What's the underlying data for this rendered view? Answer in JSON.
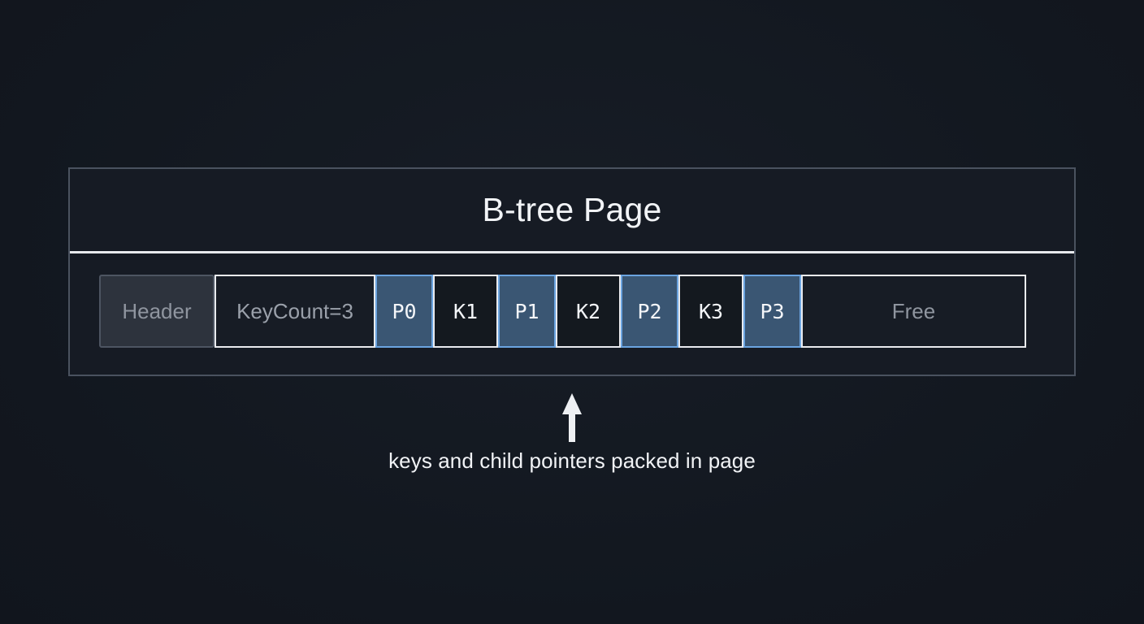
{
  "background_color": "#131820",
  "diagram": {
    "title": "B-tree Page",
    "panel": {
      "border_color": "#4a525f",
      "divider_color": "#e8eaee",
      "fill_color": "#161b24"
    },
    "cells": [
      {
        "label": "Header",
        "kind": "header",
        "fill": "#2d333d",
        "border": "#4d5562",
        "text_color": "#8f959f"
      },
      {
        "label": "KeyCount=3",
        "kind": "meta",
        "fill": "#171c25",
        "border": "#e9ebef",
        "text_color": "#9aa0aa"
      },
      {
        "label": "P0",
        "kind": "pointer",
        "fill": "#3a5673",
        "border": "#6ba4e0",
        "text_color": "#f4f6f9"
      },
      {
        "label": "K1",
        "kind": "key",
        "fill": "#14191f",
        "border": "#e9ebef",
        "text_color": "#f4f6f9"
      },
      {
        "label": "P1",
        "kind": "pointer",
        "fill": "#3a5673",
        "border": "#6ba4e0",
        "text_color": "#f4f6f9"
      },
      {
        "label": "K2",
        "kind": "key",
        "fill": "#14191f",
        "border": "#e9ebef",
        "text_color": "#f4f6f9"
      },
      {
        "label": "P2",
        "kind": "pointer",
        "fill": "#3a5673",
        "border": "#6ba4e0",
        "text_color": "#f4f6f9"
      },
      {
        "label": "K3",
        "kind": "key",
        "fill": "#14191f",
        "border": "#e9ebef",
        "text_color": "#f4f6f9"
      },
      {
        "label": "P3",
        "kind": "pointer",
        "fill": "#3a5673",
        "border": "#6ba4e0",
        "text_color": "#f4f6f9"
      },
      {
        "label": "Free",
        "kind": "free",
        "fill": "#171c25",
        "border": "#e9ebef",
        "text_color": "#8f959f"
      }
    ],
    "annotation": {
      "arrow_direction": "up",
      "arrow_color": "#eef0f3",
      "caption": "keys and child pointers packed in page"
    }
  }
}
